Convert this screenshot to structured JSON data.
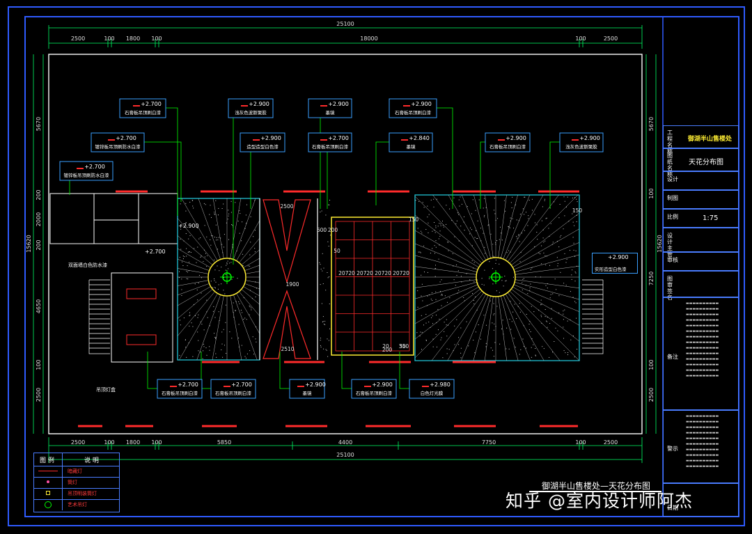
{
  "colors": {
    "frame": "#2f5bff",
    "dimension": "#00ff66",
    "wall": "#ffffff",
    "callout": "#3aa0ff",
    "red": "#ff2b2b",
    "cyan": "#22d3e6",
    "yellow": "#ffee33",
    "green": "#00ff00"
  },
  "dims": {
    "top_total": "25100",
    "top_segments": [
      "2500",
      "100",
      "1800",
      "100",
      "18000",
      "100",
      "2500"
    ],
    "bottom_total": "25100",
    "bottom_segments": [
      "2500",
      "100",
      "1800",
      "100",
      "5850",
      "4400",
      "7750",
      "100",
      "2500"
    ],
    "left_total": "15620",
    "left_segments": [
      "5670",
      "200",
      "2000",
      "200",
      "4650",
      "100",
      "2500"
    ],
    "right_total": "15620",
    "right_segments": [
      "5670",
      "100",
      "7250",
      "100",
      "2500"
    ],
    "interior": [
      "2500",
      "1900",
      "2510",
      "600",
      "200",
      "50",
      "150",
      "150",
      "50",
      "20",
      "350",
      "200",
      "20720",
      "20720",
      "20720",
      "20720"
    ]
  },
  "callouts_top": [
    {
      "level": "+2.700",
      "text": "石膏板吊顶刷白漆"
    },
    {
      "level": "+2.900",
      "text": "浅灰色波斯聚胶"
    },
    {
      "level": "+2.900",
      "text": "墨镜"
    },
    {
      "level": "+2.900",
      "text": "石膏板吊顶刷白漆"
    },
    {
      "level": "+2.700",
      "text": "镀锌板吊顶刷防水白漆"
    },
    {
      "level": "+2.900",
      "text": "造型造型白色漆"
    },
    {
      "level": "+2.700",
      "text": "石膏板吊顶刷白漆"
    },
    {
      "level": "+2.840",
      "text": "墨镜"
    },
    {
      "level": "+2.900",
      "text": "石膏板吊顶刷白漆"
    },
    {
      "level": "+2.900",
      "text": "浅灰色波斯聚胶"
    },
    {
      "level": "+2.700",
      "text": "镀锌板吊顶刷防水白漆"
    }
  ],
  "callouts_bottom": [
    {
      "level": "+2.700",
      "text": "石膏板吊顶刷白漆"
    },
    {
      "level": "+2.700",
      "text": "石膏板吊顶刷白漆"
    },
    {
      "level": "+2.900",
      "text": "墨镜"
    },
    {
      "level": "+2.900",
      "text": "石膏板吊顶刷白漆"
    },
    {
      "level": "+2.980",
      "text": "白色灯光膜"
    }
  ],
  "callouts_misc": {
    "right_level": "+2.900",
    "right_text": "实形造型白色漆",
    "left_note": "双面墙白色防水漆",
    "left_level_a": "+2.700",
    "left_level_b": "+2.900",
    "bottom_left_note": "吊顶灯盒"
  },
  "title_block": {
    "project_label": "工程名称",
    "project_value": "御湖半山售楼处",
    "drawing_label": "图纸名称",
    "drawing_value": "天花分布图",
    "design_label": "设计",
    "draw_label": "制图",
    "scale_label": "比例",
    "scale_value": "1:75",
    "director_label": "设计主管",
    "review_label": "审核",
    "sign_label": "图审签名",
    "remark_label": "备注",
    "warn_label": "警示",
    "date_label": "日期"
  },
  "drawing_title": "御湖半山售楼处—天花分布图",
  "legend": {
    "header_a": "图 例",
    "header_b": "说 明",
    "items": [
      "暗藏灯",
      "筒灯",
      "吊顶明装筒灯",
      "艺术吊灯"
    ]
  },
  "watermark": "知乎 @室内设计师阿杰"
}
